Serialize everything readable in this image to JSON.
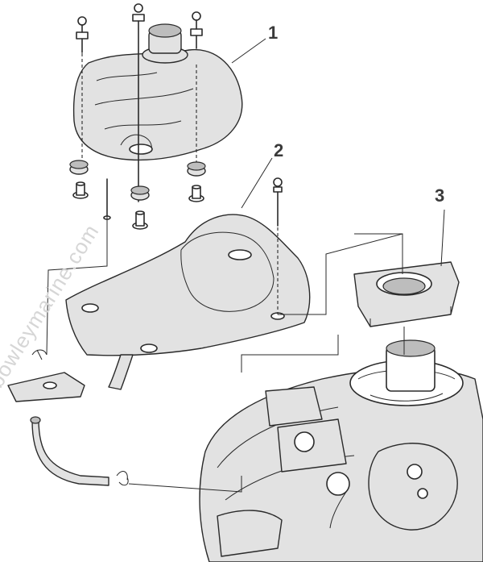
{
  "callouts": [
    {
      "label": "1",
      "part": "fuel-tank"
    },
    {
      "label": "2",
      "part": "tank-bracket"
    },
    {
      "label": "3",
      "part": "adapter-ring"
    }
  ],
  "watermark": {
    "text": "bowleymarine.com"
  }
}
